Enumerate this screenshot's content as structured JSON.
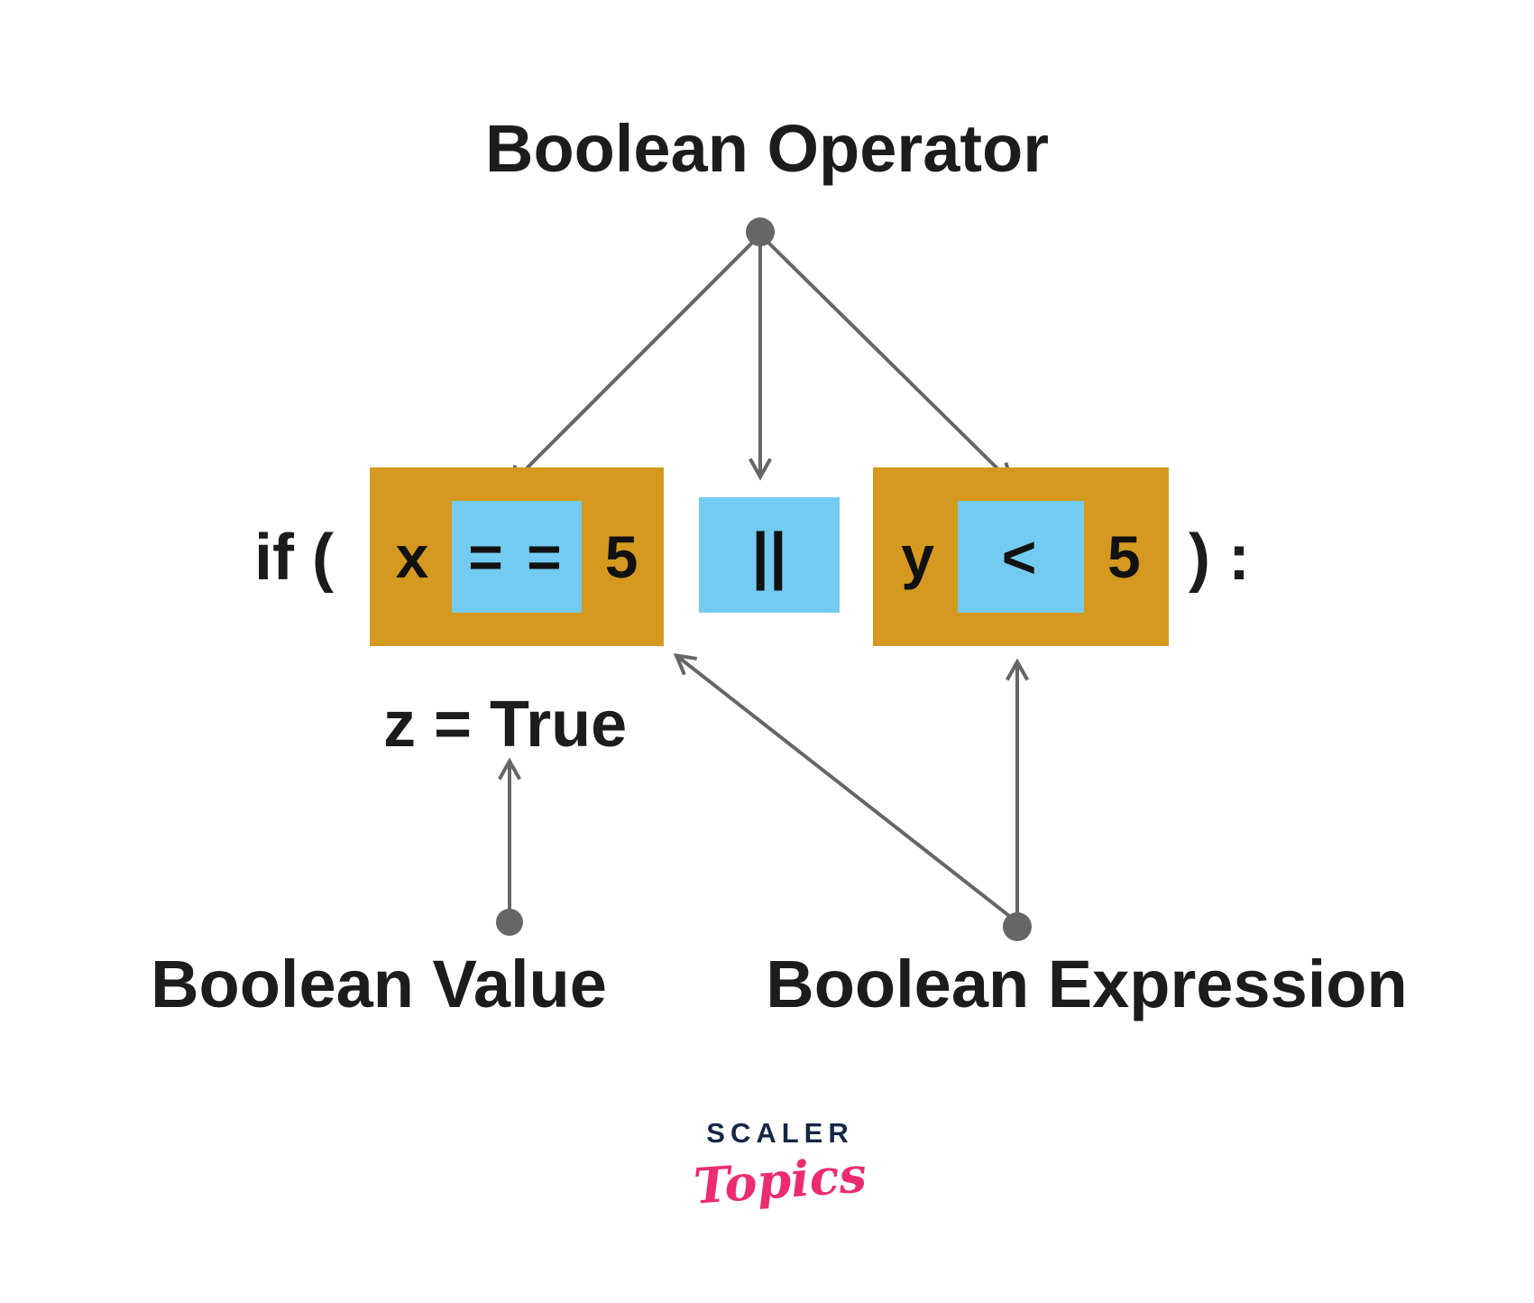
{
  "diagram": {
    "title": "Boolean Operator",
    "code": {
      "if_prefix": "if (",
      "left": {
        "var": "x",
        "op": "= =",
        "num": "5"
      },
      "bool_op": "||",
      "right": {
        "var": "y",
        "op": "<",
        "num": "5"
      },
      "suffix": ") :"
    },
    "assignment": "z = True",
    "label_value": "Boolean Value",
    "label_expression": "Boolean Expression"
  },
  "logo": {
    "top": "SCALER",
    "bottom": "Topics"
  },
  "colors": {
    "box_gold": "#d5991f",
    "highlight_blue": "#74cbf2",
    "arrow_gray": "#666666",
    "text_dark": "#1c1c1c",
    "logo_navy": "#152744",
    "logo_pink": "#ec2b70"
  }
}
